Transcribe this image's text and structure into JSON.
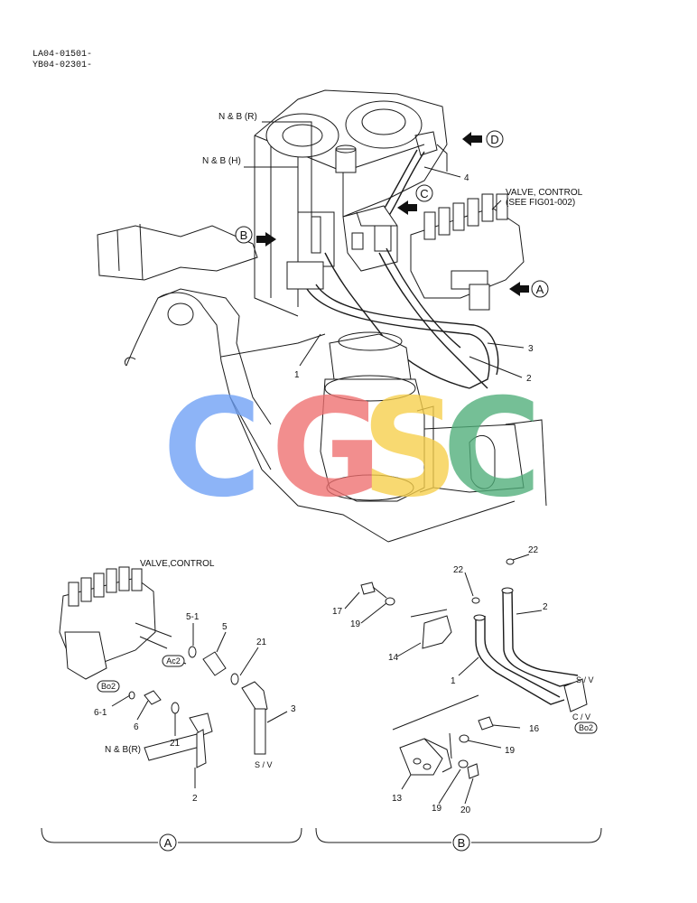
{
  "header": {
    "code_line_1": "LA04-01501-",
    "code_line_2": "YB04-02301-"
  },
  "main_view": {
    "label_nb_r": "N & B (R)",
    "label_nb_h": "N & B (H)",
    "label_valve_control_1": "VALVE, CONTROL",
    "label_valve_control_2": "(SEE FIG01-002)",
    "view_marker_d": "D",
    "view_marker_c": "C",
    "view_marker_b": "B",
    "view_marker_a": "A",
    "part_1": "1",
    "part_2": "2",
    "part_3": "3",
    "part_4": "4"
  },
  "watermark": {
    "letters": [
      "C",
      "G",
      "S",
      "C"
    ],
    "colors": [
      "#6ea0f5",
      "#ef6f6f",
      "#f7cf4a",
      "#4fae79"
    ]
  },
  "detail_a": {
    "title": "VALVE,CONTROL",
    "label_5_1": "5-1",
    "label_5": "5",
    "label_ac2": "Ac2",
    "label_21_top": "21",
    "label_bo2": "Bo2",
    "label_6_1": "6-1",
    "label_6": "6",
    "label_21_bottom": "21",
    "label_3": "3",
    "label_sv": "S / V",
    "label_nb_r": "N & B(R)",
    "label_2": "2",
    "footer": "A"
  },
  "detail_b": {
    "label_22_top": "22",
    "label_22": "22",
    "label_17": "17",
    "label_19_top": "19",
    "label_14": "14",
    "label_2": "2",
    "label_1": "1",
    "label_sv": "S / V",
    "label_cv": "C / V",
    "label_bo2": "Bo2",
    "label_16": "16",
    "label_19_mid": "19",
    "label_13": "13",
    "label_19_bottom": "19",
    "label_20": "20",
    "footer": "B"
  }
}
